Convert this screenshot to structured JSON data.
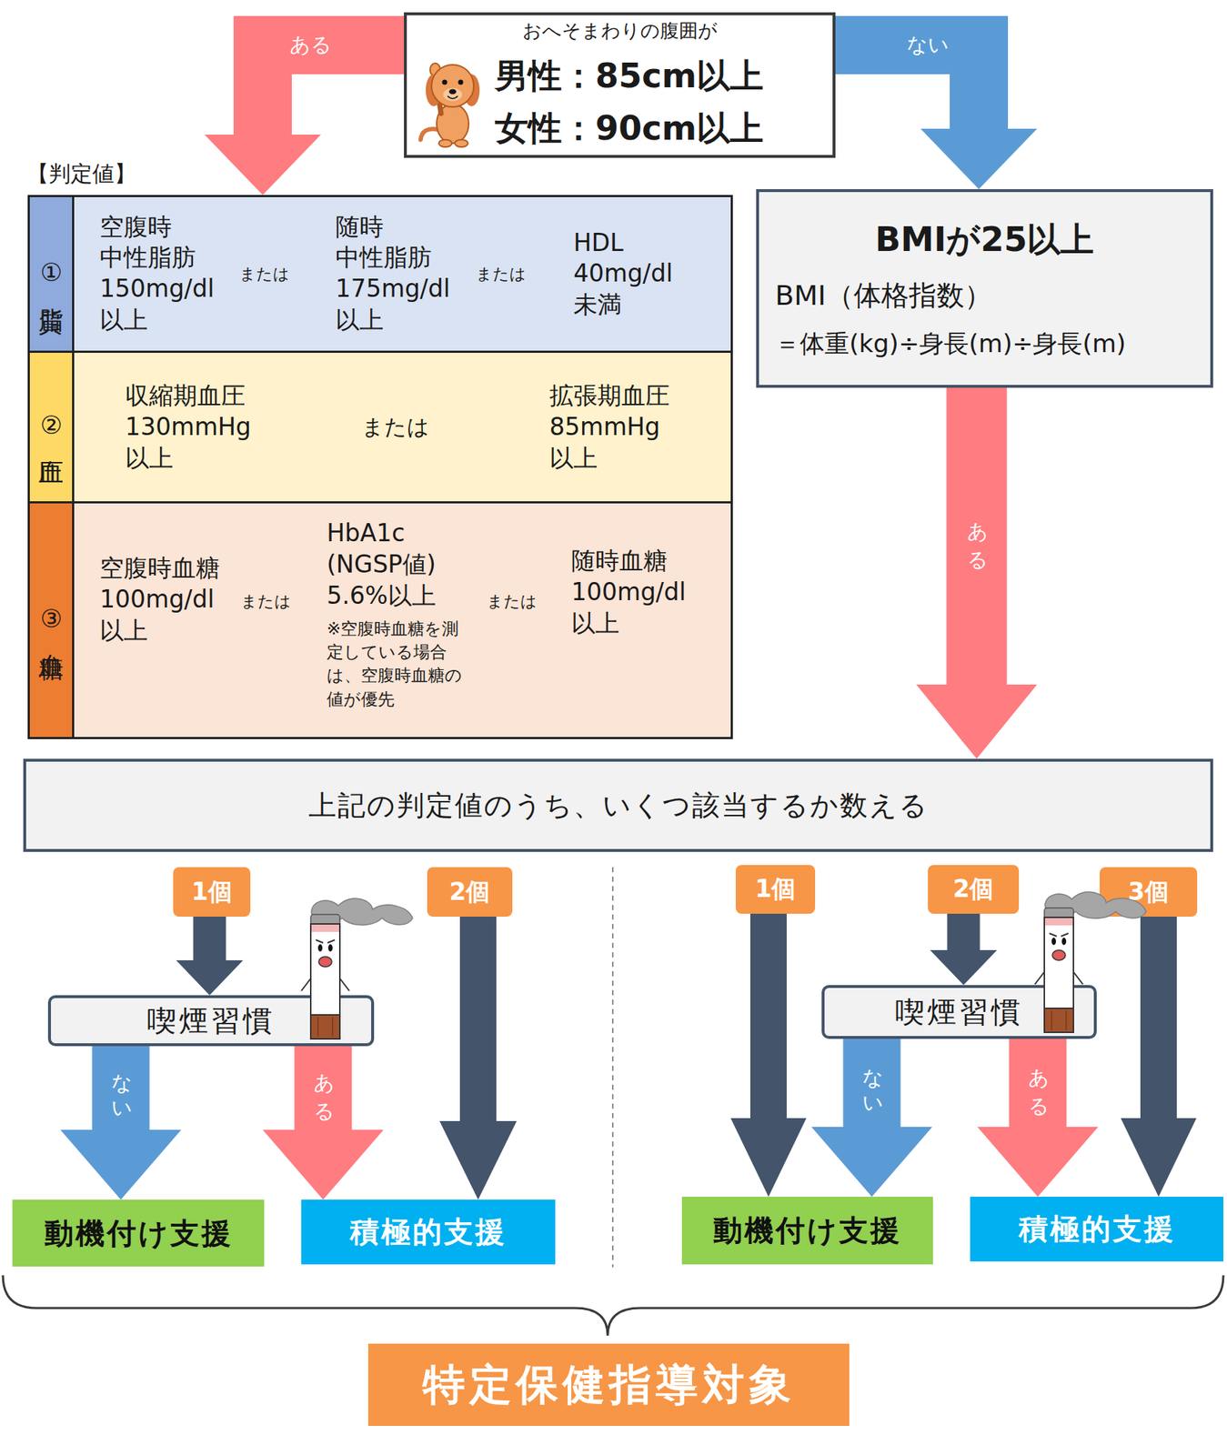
{
  "diagram": {
    "nodes": [
      {
        "text": [
          "おへそまわりの腹囲が",
          "男性：85cm以上",
          "女性：90cm以上"
        ]
      },
      {
        "text": [
          "【判定値】"
        ]
      },
      {
        "text": [
          "①脂質",
          "空腹時 中性脂肪 150mg/dl 以上",
          "または",
          "随時 中性脂肪 175mg/dl 以上",
          "または",
          "HDL 40mg/dl 未満"
        ],
        "in": 1
      },
      {
        "text": [
          "②血圧",
          "収縮期血圧 130mmHg 以上",
          "または",
          "拡張期血圧 85mmHg 以上"
        ],
        "in": 1
      },
      {
        "text": [
          "③血糖",
          "空腹時血糖 100mg/dl 以上",
          "または",
          "HbA1c (NGSP値) 5.6%以上",
          "※空腹時血糖を測定している場合は、空腹時血糖の値が優先",
          "または",
          "随時血糖 100mg/dl 以上"
        ],
        "in": 1
      },
      {
        "text": [
          "BMIが25以上",
          "BMI（体格指数）",
          "＝体重(kg)÷身長(m)÷身長(m)"
        ]
      },
      {
        "text": [
          "上記の判定値のうち、いくつ該当するか数える"
        ]
      },
      {
        "text": [
          "1個"
        ]
      },
      {
        "text": [
          "2個"
        ]
      },
      {
        "text": [
          "喫煙習慣"
        ]
      },
      {
        "text": [
          "動機付け支援"
        ]
      },
      {
        "text": [
          "積極的支援"
        ]
      },
      {
        "text": [
          "1個"
        ]
      },
      {
        "text": [
          "2個"
        ]
      },
      {
        "text": [
          "3個"
        ]
      },
      {
        "text": [
          "喫煙習慣"
        ]
      },
      {
        "text": [
          "動機付け支援"
        ]
      },
      {
        "text": [
          "積極的支援"
        ]
      },
      {
        "text": [
          "特定保健指導対象"
        ]
      }
    ],
    "edges": [
      {
        "from": 0,
        "to": 1,
        "label": "ある",
        "arrow": "to"
      },
      {
        "from": 0,
        "to": 5,
        "label": "ない",
        "arrow": "to"
      },
      {
        "from": 5,
        "to": 6,
        "label": "ある",
        "arrow": "to"
      },
      {
        "from": 7,
        "to": 9,
        "arrow": "to"
      },
      {
        "from": 8,
        "to": 11,
        "arrow": "to"
      },
      {
        "from": 9,
        "to": 10,
        "label": "ない",
        "arrow": "to"
      },
      {
        "from": 9,
        "to": 11,
        "label": "ある",
        "arrow": "to"
      },
      {
        "from": 12,
        "to": 16,
        "arrow": "to"
      },
      {
        "from": 13,
        "to": 15,
        "arrow": "to"
      },
      {
        "from": 14,
        "to": 17,
        "arrow": "to"
      },
      {
        "from": 15,
        "to": 16,
        "label": "ない",
        "arrow": "to"
      },
      {
        "from": 15,
        "to": 17,
        "label": "ある",
        "arrow": "to"
      }
    ]
  }
}
